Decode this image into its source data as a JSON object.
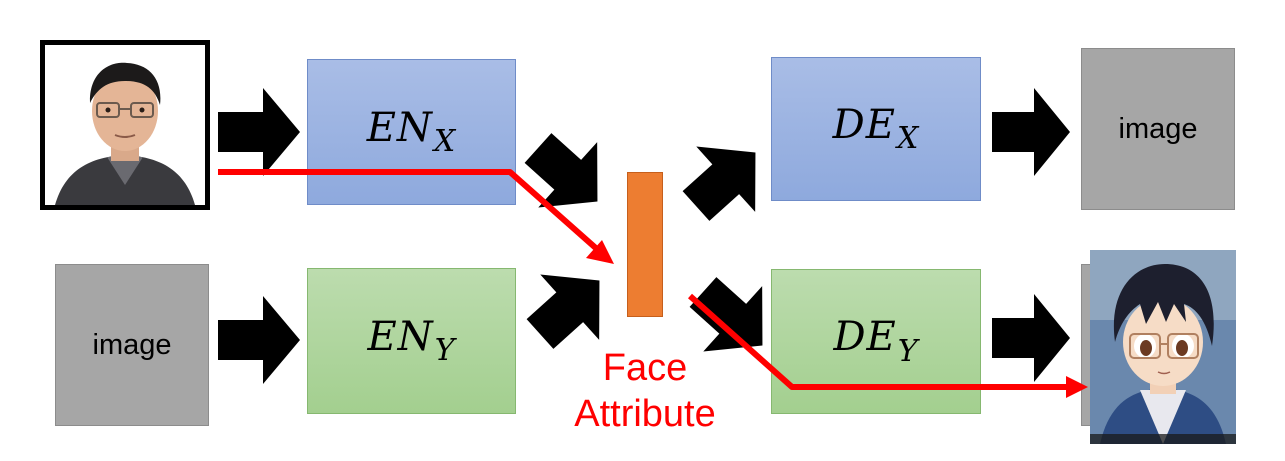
{
  "encoders": {
    "x": {
      "main": "EN",
      "sub": "X"
    },
    "y": {
      "main": "EN",
      "sub": "Y"
    }
  },
  "decoders": {
    "x": {
      "main": "DE",
      "sub": "X"
    },
    "y": {
      "main": "DE",
      "sub": "Y"
    }
  },
  "images": {
    "input_y_label": "image",
    "output_x_label": "image"
  },
  "attribute_label": {
    "line1": "Face",
    "line2": "Attribute"
  },
  "colors": {
    "encoder_x": "#9bb3e2",
    "encoder_y": "#afd59c",
    "attribute": "#ed7d31",
    "path": "#ff0000",
    "arrow": "#000000",
    "image_placeholder": "#a6a6a6"
  }
}
